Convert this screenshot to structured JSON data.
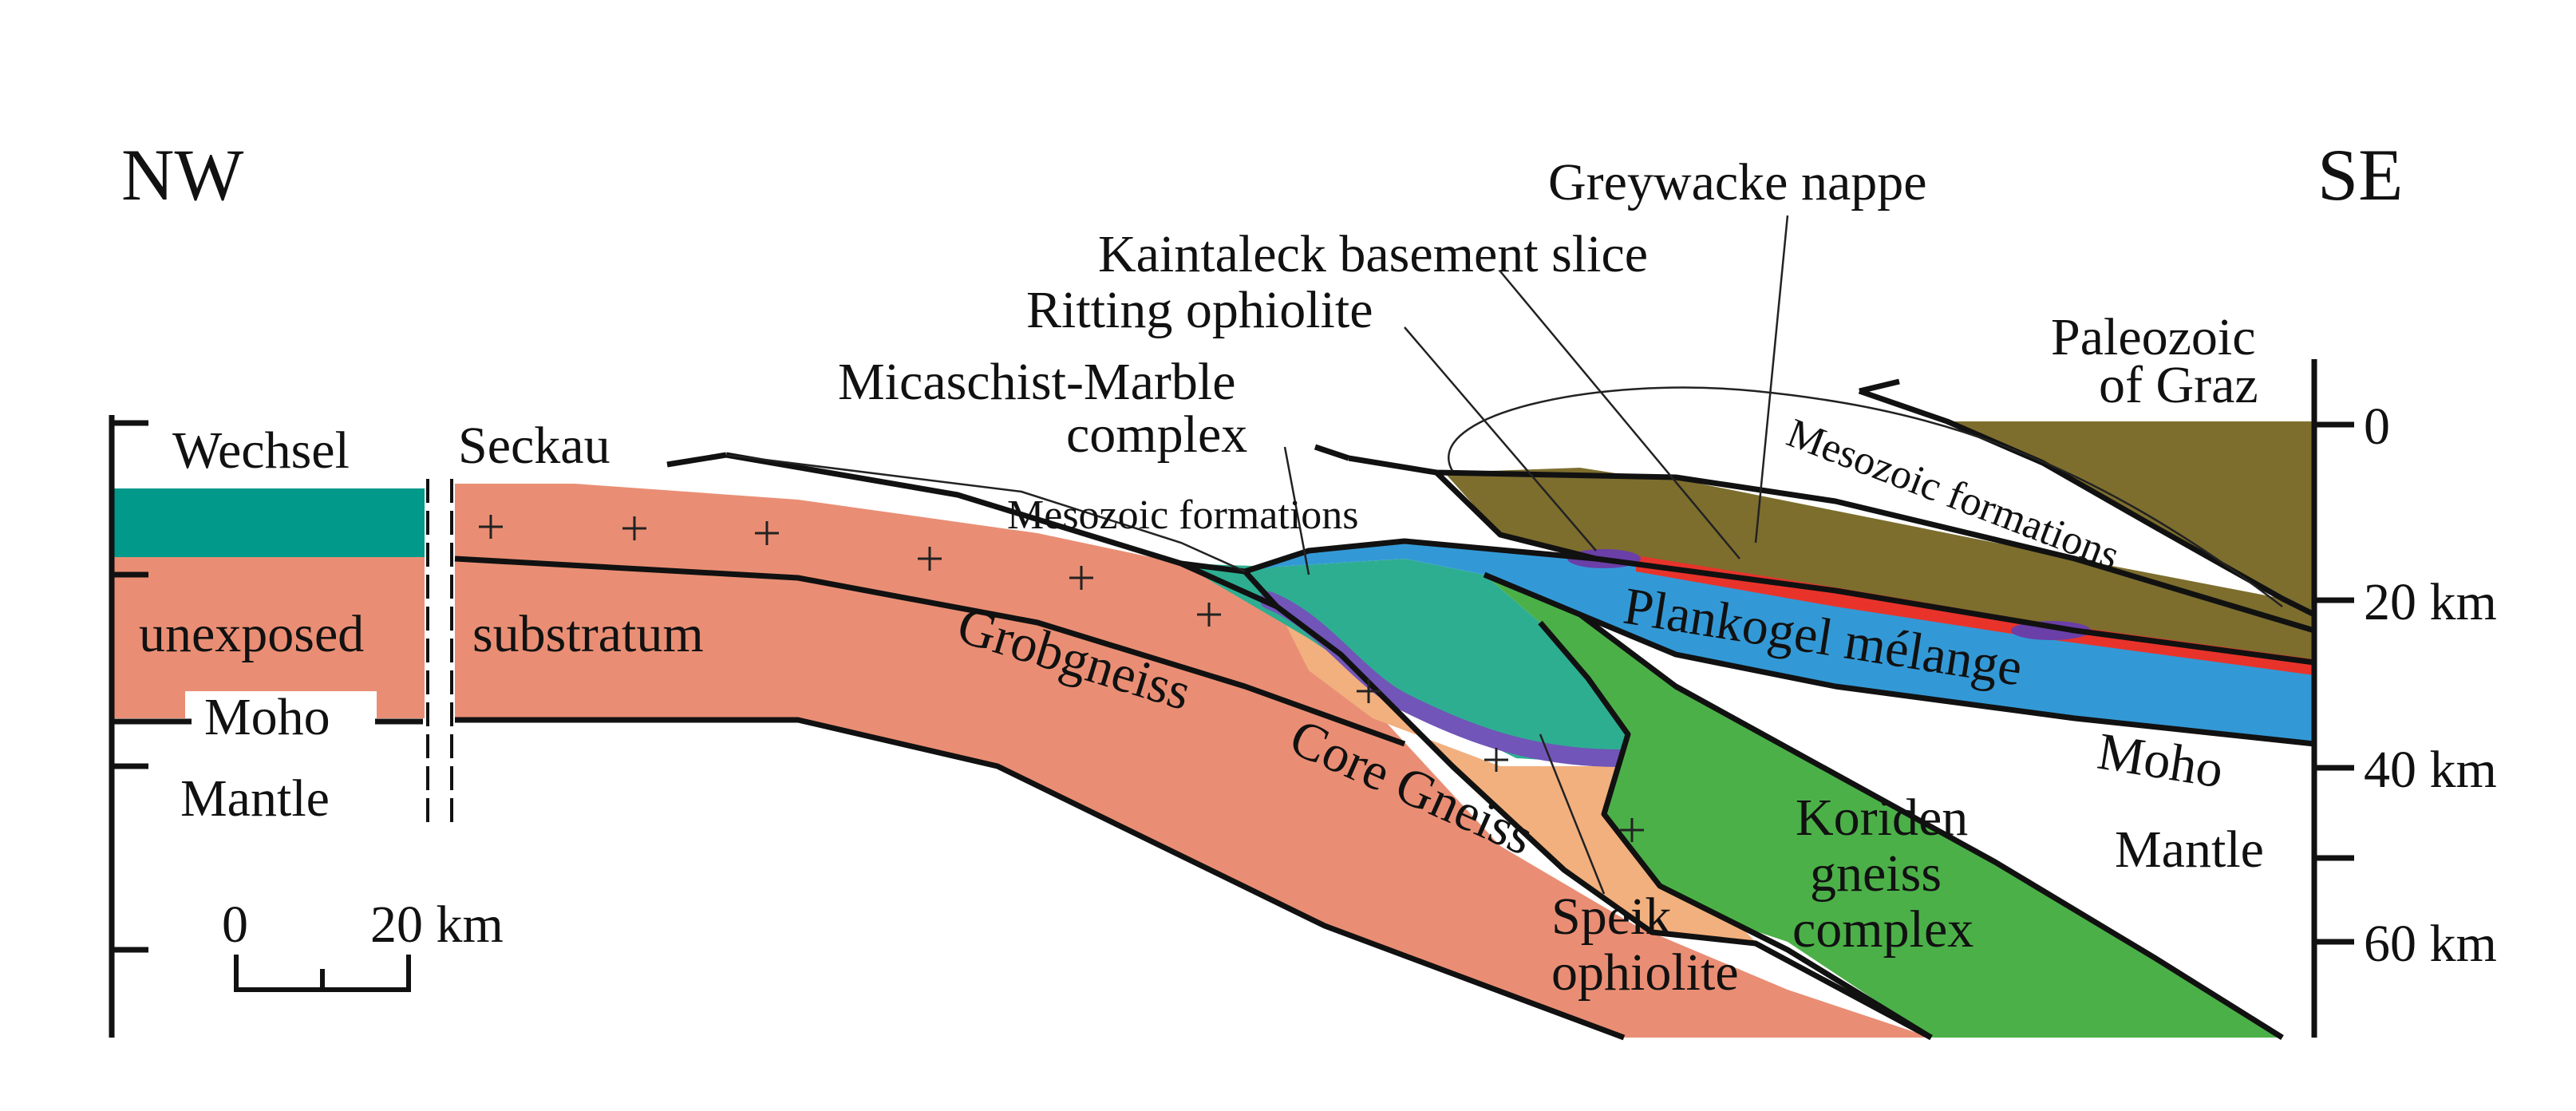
{
  "orientation": {
    "left": "NW",
    "right": "SE"
  },
  "labels": {
    "greywacke_nappe": "Greywacke nappe",
    "kaintaleck": "Kaintaleck basement slice",
    "ritting": "Ritting ophiolite",
    "micaschist_1": "Micaschist-Marble",
    "micaschist_2": "complex",
    "paleozoic_1": "Paleozoic",
    "paleozoic_2": "of Graz",
    "wechsel": "Wechsel",
    "seckau": "Seckau",
    "mesozoic_left": "Mesozoic formations",
    "mesozoic_right": "Mesozoic formations",
    "unexposed": "unexposed",
    "substratum": "substratum",
    "moho_left": "Moho",
    "mantle_left": "Mantle",
    "grobgneiss": "Grobgneiss",
    "core_gneiss": "Core Gneiss",
    "plankogel": "Plankogel mélange",
    "moho_right": "Moho",
    "mantle_right": "Mantle",
    "speik_1": "Speik",
    "speik_2": "ophiolite",
    "koriden_1": "Koriden",
    "koriden_2": "gneiss",
    "koriden_3": "complex"
  },
  "depth_axis": {
    "ticks": [
      "0",
      "20 km",
      "40 km",
      "60 km"
    ]
  },
  "scale_bar": {
    "start": "0",
    "end": "20 km"
  },
  "colors": {
    "basement": "#E98E74",
    "wechsel": "#00998A",
    "micaschist": "#2EAE91",
    "plankogel": "#3399D6",
    "koriden": "#4CB048",
    "core_gneiss": "#F2B07E",
    "speik": "#7155B8",
    "paleozoic": "#7D6E2E",
    "kaintaleck": "#E8332B",
    "ritting": "#6A3FA8"
  }
}
